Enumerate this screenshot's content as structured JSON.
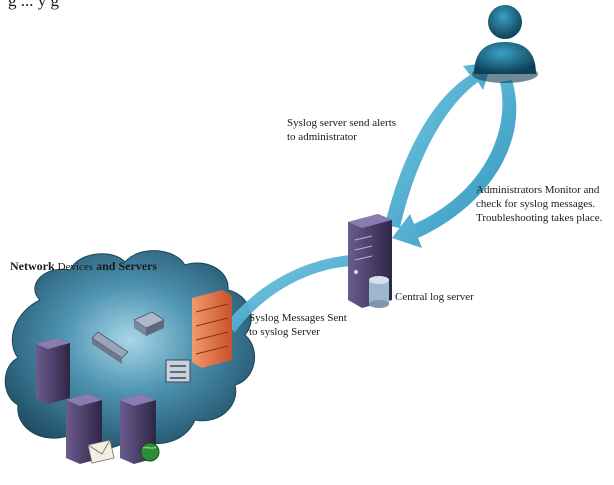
{
  "heading_fragment": "g ... y g",
  "network_title": {
    "part1": "Network",
    "part2": "Devices",
    "part3": "and Servers"
  },
  "labels": {
    "alerts": "Syslog server send alerts\nto administrator",
    "monitor": "Administrators Monitor and\ncheck for syslog messages.\nTroubleshooting takes place.",
    "sent": "Syslog Messages Sent\nto syslog Server",
    "central": "Central log server"
  },
  "colors": {
    "arrow": "#3aa8cf",
    "cloud": "#2f6f8a",
    "server": "#4a3f66",
    "admin": "#1d5f7a",
    "firewall": "#e5774a"
  },
  "icons": [
    "administrator-icon",
    "central-server-icon",
    "database-icon",
    "cloud-icon",
    "server-icon",
    "switch-icon",
    "router-icon",
    "firewall-icon",
    "email-icon",
    "globe-icon"
  ]
}
